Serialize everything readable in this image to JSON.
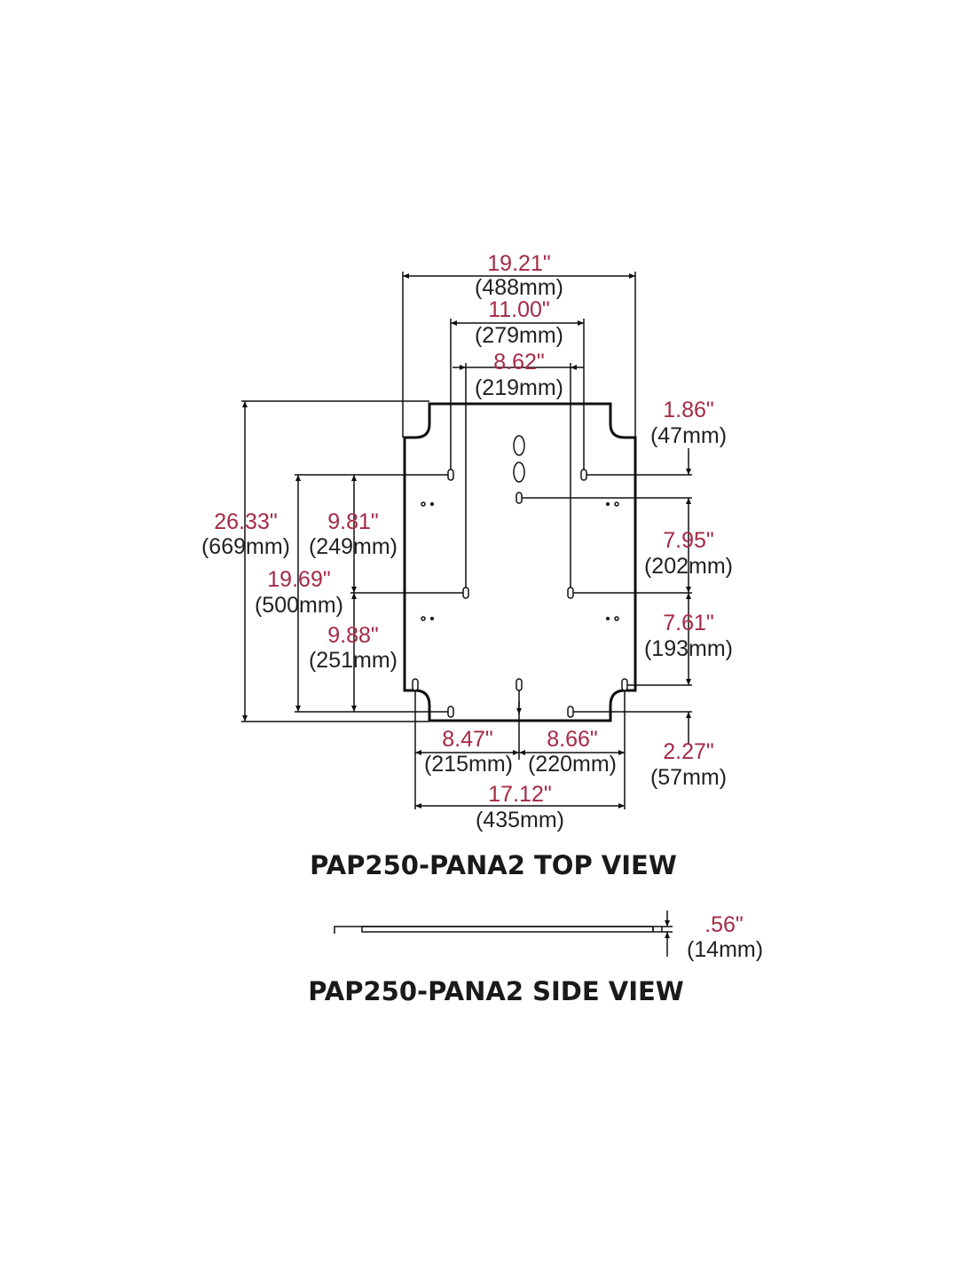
{
  "colors": {
    "inch": "#a52a45",
    "mm": "#222222",
    "line": "#111111"
  },
  "top_view": {
    "title": "PAP250-PANA2 TOP VIEW",
    "dimensions": [
      {
        "name": "overall-width",
        "inch": "19.21\"",
        "mm": "(488mm)"
      },
      {
        "name": "upper-hole-span",
        "inch": "11.00\"",
        "mm": "(279mm)"
      },
      {
        "name": "middle-hole-span",
        "inch": "8.62\"",
        "mm": "(219mm)"
      },
      {
        "name": "overall-height",
        "inch": "26.33\"",
        "mm": "(669mm)"
      },
      {
        "name": "upper-vertical",
        "inch": "9.81\"",
        "mm": "(249mm)"
      },
      {
        "name": "hole-vertical-span",
        "inch": "19.69\"",
        "mm": "(500mm)"
      },
      {
        "name": "lower-vertical",
        "inch": "9.88\"",
        "mm": "(251mm)"
      },
      {
        "name": "top-offset",
        "inch": "1.86\"",
        "mm": "(47mm)"
      },
      {
        "name": "center-to-middle",
        "inch": "7.95\"",
        "mm": "(202mm)"
      },
      {
        "name": "middle-to-lower",
        "inch": "7.61\"",
        "mm": "(193mm)"
      },
      {
        "name": "bottom-offset",
        "inch": "2.27\"",
        "mm": "(57mm)"
      },
      {
        "name": "bottom-left-span",
        "inch": "8.47\"",
        "mm": "(215mm)"
      },
      {
        "name": "bottom-right-span",
        "inch": "8.66\"",
        "mm": "(220mm)"
      },
      {
        "name": "bottom-hole-span",
        "inch": "17.12\"",
        "mm": "(435mm)"
      }
    ]
  },
  "side_view": {
    "title": "PAP250-PANA2 SIDE VIEW",
    "thickness": {
      "inch": ".56\"",
      "mm": "(14mm)"
    }
  }
}
